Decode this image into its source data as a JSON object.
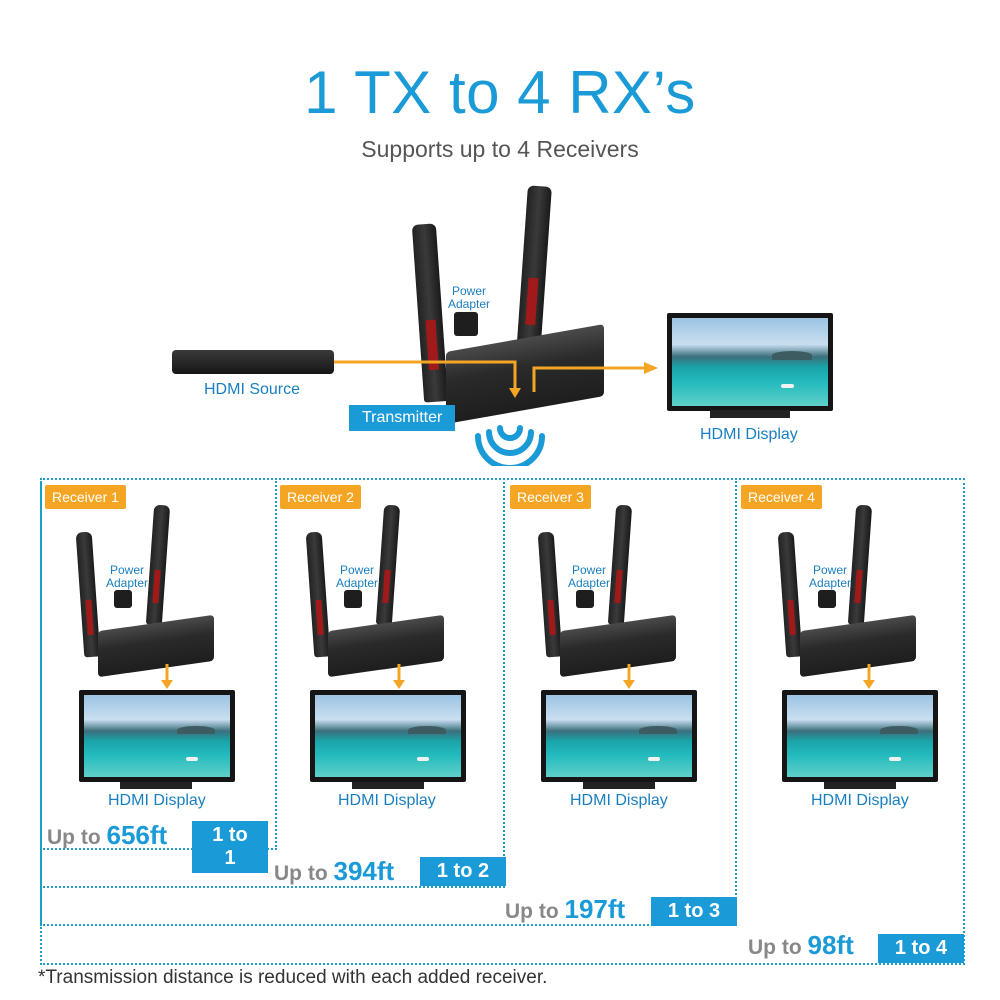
{
  "title": "1 TX to 4 RX’s",
  "subtitle": "Supports up to 4 Receivers",
  "source_label": "HDMI Source",
  "transmitter_label": "Transmitter",
  "power_adapter_label": "Power Adapter",
  "hdmi_display_label": "HDMI Display",
  "receivers": [
    {
      "tag": "Receiver 1",
      "display": "HDMI Display",
      "power": "Power Adapter"
    },
    {
      "tag": "Receiver 2",
      "display": "HDMI Display",
      "power": "Power Adapter"
    },
    {
      "tag": "Receiver 3",
      "display": "HDMI Display",
      "power": "Power Adapter"
    },
    {
      "tag": "Receiver 4",
      "display": "HDMI Display",
      "power": "Power Adapter"
    }
  ],
  "distances": [
    {
      "prefix": "Up to",
      "value": "656ft",
      "ratio": "1 to 1"
    },
    {
      "prefix": "Up to",
      "value": "394ft",
      "ratio": "1 to 2"
    },
    {
      "prefix": "Up to",
      "value": "197ft",
      "ratio": "1 to 3"
    },
    {
      "prefix": "Up to",
      "value": "98ft",
      "ratio": "1 to 4"
    }
  ],
  "footnote": "*Transmission distance is reduced with each added receiver.",
  "colors": {
    "accent": "#1a9ad6",
    "receiver_tag": "#f4a523",
    "arrow": "#f4a523",
    "dotted_border": "#1aa0c8"
  }
}
